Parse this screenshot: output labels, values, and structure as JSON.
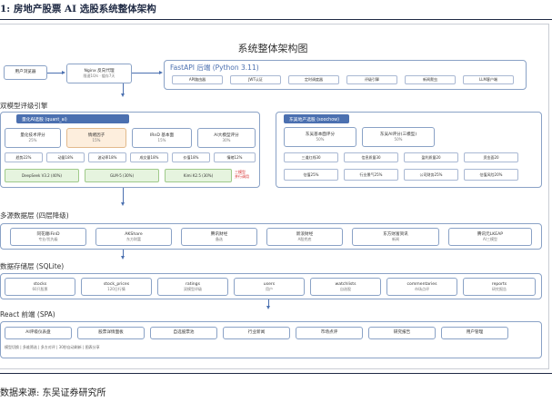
{
  "figure_title": "1:  房地产股票 AI 选股系统整体架构",
  "diagram_title": "系统整体架构图",
  "top_row": {
    "browser": {
      "label": "用户浏览器"
    },
    "nginx": {
      "label": "Nginx 反向代理",
      "sub": "限速10/s · 缓存7天"
    },
    "fastapi": {
      "title": "FastAPI 后端 (Python 3.11)",
      "items": [
        "API路由器",
        "JWT认证",
        "定时调度器",
        "评级引擎",
        "新闻爬虫",
        "LLM客户端"
      ]
    }
  },
  "rating_engine": {
    "label": "双模型评级引擎",
    "quant": {
      "header": "量化AI选股 (quant_ai)",
      "row1": [
        {
          "label": "量化技术评分",
          "sub": "25%"
        },
        {
          "label": "情绪因子",
          "sub": "15%"
        },
        {
          "label": "IRnD 基本面",
          "sub": "15%"
        },
        {
          "label": "AI大模型评分",
          "sub": "30%"
        }
      ],
      "row2": [
        "趋势22%",
        "动量18%",
        "波动率18%",
        "成交量18%",
        "价值18%",
        "情绪12%"
      ],
      "row3": [
        "DeepSeek V3.2 (40%)",
        "GLM-5 (30%)",
        "Kimi K2.5 (30%)"
      ],
      "note": [
        "三模型",
        "并行调用"
      ]
    },
    "soochow": {
      "header": "东吴地产选股 (soochow)",
      "row1": [
        {
          "label": "东吴基本面评分",
          "sub": "50%"
        },
        {
          "label": "东吴AI评分(三模型)",
          "sub": "50%"
        }
      ],
      "row2": [
        "三道红线30",
        "信息质量30",
        "盈利质量20",
        "资金面20"
      ],
      "row3": [
        "估值25%",
        "行业景气25%",
        "公司财务25%",
        "估值风险20%"
      ]
    }
  },
  "data_sources": {
    "label": "多源数据层 (四层降级)",
    "items": [
      {
        "label": "同花顺iFinD",
        "sub": "专业/优先级"
      },
      {
        "label": "AKShare",
        "sub": "东方财富"
      },
      {
        "label": "腾讯财经",
        "sub": "备选"
      },
      {
        "label": "新浪财经",
        "sub": "A股兜底"
      },
      {
        "label": "东方财富资讯",
        "sub": "新闻"
      },
      {
        "label": "腾讯元LKEAP",
        "sub": "AI三模型"
      }
    ]
  },
  "storage": {
    "label": "数据存储层 (SQLite)",
    "items": [
      {
        "label": "stocks",
        "sub": "60只股票"
      },
      {
        "label": "stock_prices",
        "sub": "120日行情"
      },
      {
        "label": "ratings",
        "sub": "双模型评级"
      },
      {
        "label": "users",
        "sub": "用户"
      },
      {
        "label": "watchlists",
        "sub": "自选股"
      },
      {
        "label": "commentaries",
        "sub": "市场点评"
      },
      {
        "label": "reports",
        "sub": "研究报告"
      }
    ]
  },
  "frontend": {
    "label": "React 前端 (SPA)",
    "items": [
      "AI评级仪表盘",
      "股票详情面板",
      "自选股票池",
      "行业新闻",
      "市场点评",
      "研究报告",
      "用户管理"
    ],
    "caption": "模型切换 | 多维筛选 | 多方对评 | 30秒自动刷新 | 图表分享"
  },
  "source_line": "数据来源: 东吴证券研究所"
}
